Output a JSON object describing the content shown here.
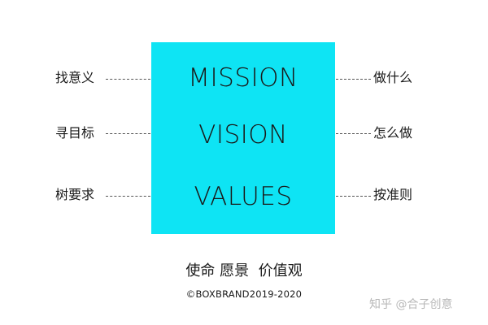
{
  "box": {
    "color": "#0ee4f4",
    "words": [
      "MISSION",
      "VISION",
      "VALUES"
    ]
  },
  "left_labels": [
    "找意义",
    "寻目标",
    "树要求"
  ],
  "right_labels": [
    "做什么",
    "怎么做",
    "按准则"
  ],
  "caption": "使命 愿景  价值观",
  "copyright": "©BOXBRAND2019-2020",
  "watermark": "知乎 @合子创意"
}
